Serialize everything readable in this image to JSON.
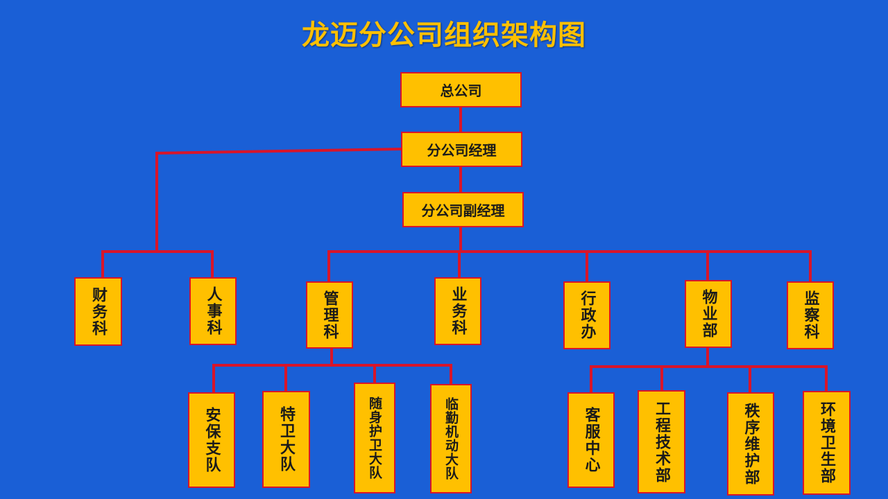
{
  "title": "龙迈分公司组织架构图",
  "colors": {
    "background": "#1a5fd6",
    "box_fill": "#ffc000",
    "box_border": "#d8152a",
    "connector": "#d8152a",
    "title": "#ffc000"
  },
  "nodes": {
    "hq": "总公司",
    "branch_manager": "分公司经理",
    "deputy_manager": "分公司副经理",
    "finance": "财务科",
    "hr": "人事科",
    "management": "管理科",
    "business": "业务科",
    "admin": "行政办",
    "property": "物业部",
    "supervision": "监察科",
    "security_team": "安保支队",
    "special_guard": "特卫大队",
    "bodyguard": "随身护卫大队",
    "temp_mobile": "临勤机动大队",
    "customer_service": "客服中心",
    "engineering": "工程技术部",
    "order_maintenance": "秩序维护部",
    "sanitation": "环境卫生部"
  }
}
